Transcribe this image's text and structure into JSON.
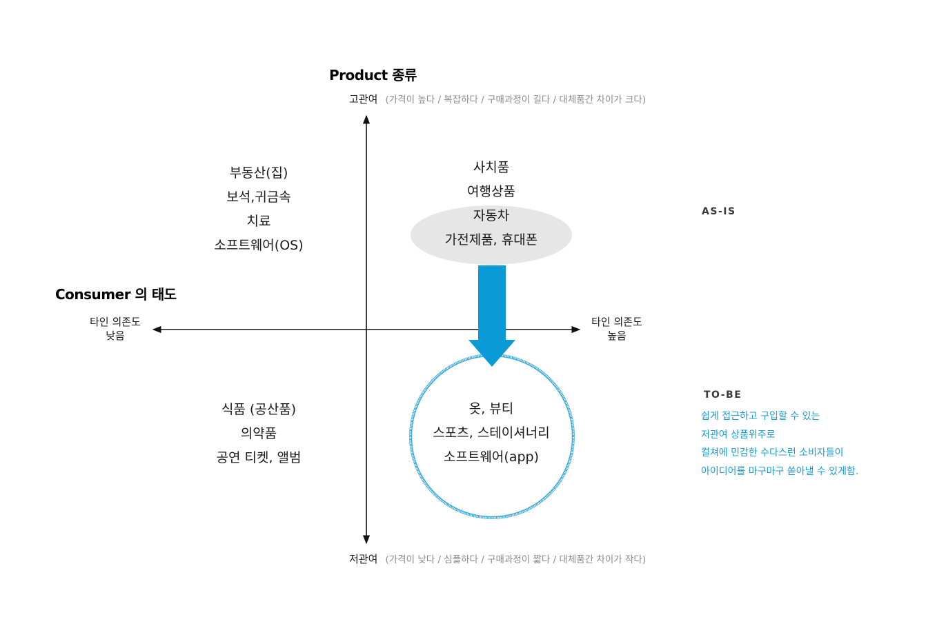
{
  "headings": {
    "product": "Product 종류",
    "consumer": "Consumer 의 태도"
  },
  "y_axis": {
    "top_label": "고관여",
    "top_note": "(가격이 높다 / 복잡하다 / 구매과정이 길다 / 대체품간 차이가 크다)",
    "bottom_label": "저관여",
    "bottom_note": "(가격이 낮다 / 심플하다 / 구매과정이 짧다 / 대체품간 차이가 작다)"
  },
  "x_axis": {
    "left_line1": "타인 의존도",
    "left_line2": "낮음",
    "right_line1": "타인 의존도",
    "right_line2": "높음"
  },
  "quadrants": {
    "top_left": [
      "부동산(집)",
      "보석,귀금속",
      "치료",
      "소프트웨어(OS)"
    ],
    "top_right": [
      "사치품",
      "여행상품",
      "자동차",
      "가전제품, 휴대폰"
    ],
    "bottom_left": [
      "식품 (공산품)",
      "의약품",
      "공연 티켓, 앨범"
    ],
    "bottom_right": [
      "옷, 뷰티",
      "스포츠, 스테이셔너리",
      "소프트웨어(app)"
    ]
  },
  "as_is": {
    "tag": "AS-IS"
  },
  "to_be": {
    "tag": "TO-BE",
    "lines": [
      "쉽게 접근하고 구입할 수 있는",
      "저관여 상품위주로",
      "컬쳐에 민감한 수다스런 소비자들이",
      "아이디어를 마구마구 쏟아낼 수 있게함."
    ]
  },
  "colors": {
    "accent": "#0a9ad6",
    "circle": "#1a9dd6",
    "ellipse": "#e6e6e6",
    "note_gray": "#8a8a8a",
    "tobe_text": "#1a9dd6"
  },
  "icons": {
    "arrow": "shift-down-arrow-icon",
    "circle": "to-be-circle-icon",
    "ellipse": "as-is-highlight-ellipse"
  }
}
